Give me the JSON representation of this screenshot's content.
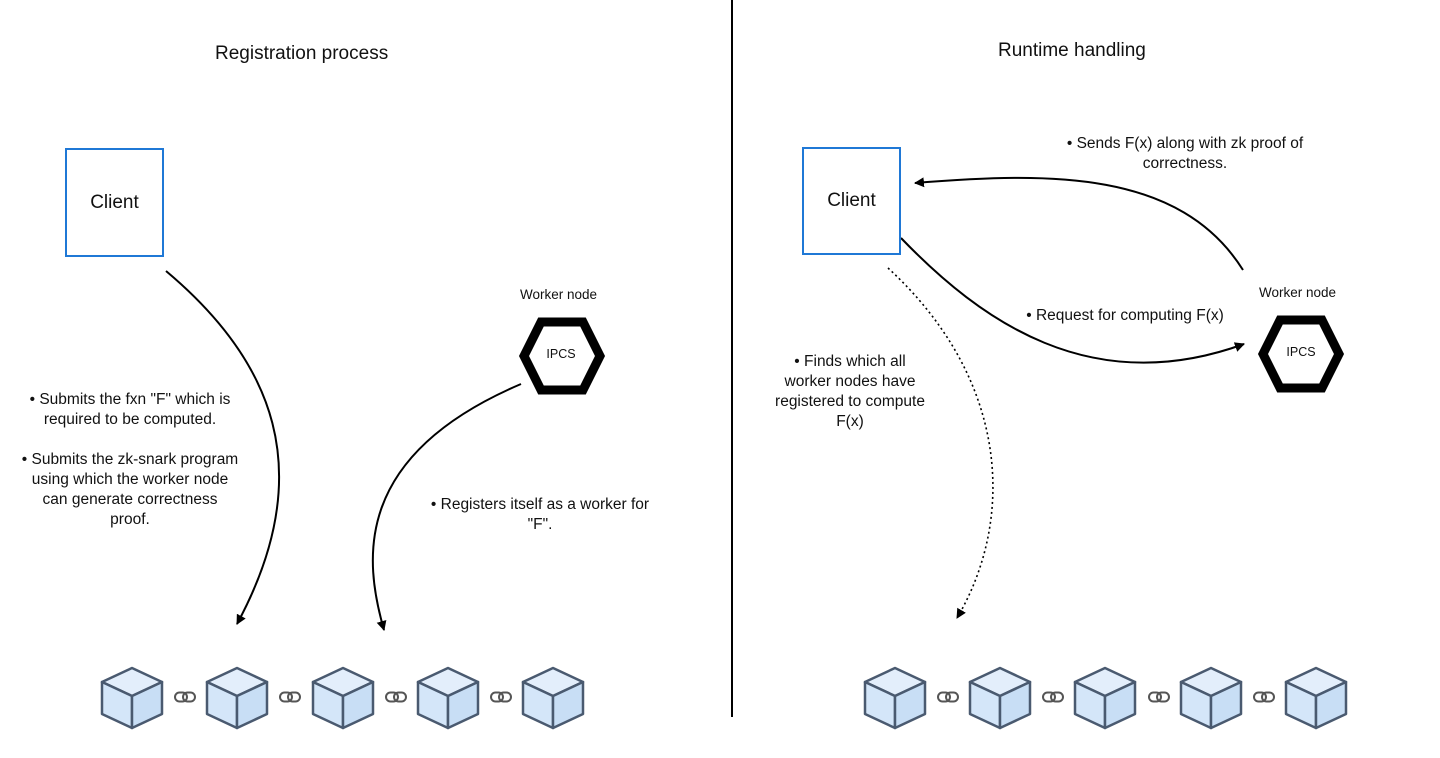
{
  "left": {
    "title": "Registration process",
    "client": "Client",
    "worker_label": "Worker node",
    "worker_icon_label": "IPCS",
    "client_notes": [
      [
        "• Submits the fxn \"F\" which is",
        "required to be computed."
      ],
      [
        "• Submits the zk-snark program",
        "using which the worker node",
        "can generate correctness",
        "proof."
      ]
    ],
    "worker_note": [
      "• Registers itself as a worker for",
      "\"F\"."
    ]
  },
  "right": {
    "title": "Runtime handling",
    "client": "Client",
    "worker_label": "Worker node",
    "worker_icon_label": "IPCS",
    "send_note": [
      "• Sends F(x) along with zk proof  of",
      "correctness."
    ],
    "request_note": [
      "• Request for computing F(x)"
    ],
    "find_note": [
      "• Finds which all",
      "worker nodes have",
      "registered to compute",
      "F(x)"
    ]
  },
  "colors": {
    "client_border": "#1f78d6",
    "block_fill": "#d4e6f9",
    "block_stroke": "#4a5a70"
  },
  "icons": [
    "hexagon-icon",
    "blockchain-block-icon",
    "chain-link-icon",
    "arrow-head"
  ]
}
